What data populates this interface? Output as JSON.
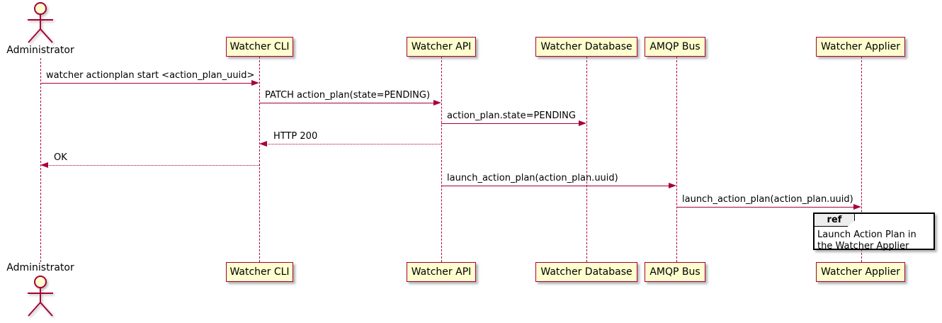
{
  "diagram": {
    "type": "uml-sequence",
    "colors": {
      "participant_fill": "#FEFECE",
      "participant_border": "#A80036",
      "message_line": "#A80036",
      "lifeline": "#A80036",
      "text": "#000000",
      "ref_header_fill": "#EEEEEE",
      "ref_border": "#000000",
      "background": "#FFFFFF"
    },
    "actor": {
      "name": "Administrator"
    },
    "participants": [
      {
        "name": "Watcher CLI"
      },
      {
        "name": "Watcher API"
      },
      {
        "name": "Watcher Database"
      },
      {
        "name": "AMQP Bus"
      },
      {
        "name": "Watcher Applier"
      }
    ],
    "messages": [
      {
        "from": "Administrator",
        "to": "Watcher CLI",
        "label": "watcher actionplan start <action_plan_uuid>",
        "style": "solid"
      },
      {
        "from": "Watcher CLI",
        "to": "Watcher API",
        "label": "PATCH action_plan(state=PENDING)",
        "style": "solid"
      },
      {
        "from": "Watcher API",
        "to": "Watcher Database",
        "label": "action_plan.state=PENDING",
        "style": "solid"
      },
      {
        "from": "Watcher API",
        "to": "Watcher CLI",
        "label": "HTTP 200",
        "style": "dashed"
      },
      {
        "from": "Watcher CLI",
        "to": "Administrator",
        "label": "OK",
        "style": "dashed"
      },
      {
        "from": "Watcher API",
        "to": "AMQP Bus",
        "label": "launch_action_plan(action_plan.uuid)",
        "style": "solid"
      },
      {
        "from": "AMQP Bus",
        "to": "Watcher Applier",
        "label": "launch_action_plan(action_plan.uuid)",
        "style": "solid"
      }
    ],
    "ref": {
      "keyword": "ref",
      "text": "Launch Action Plan in the Watcher Applier"
    }
  }
}
